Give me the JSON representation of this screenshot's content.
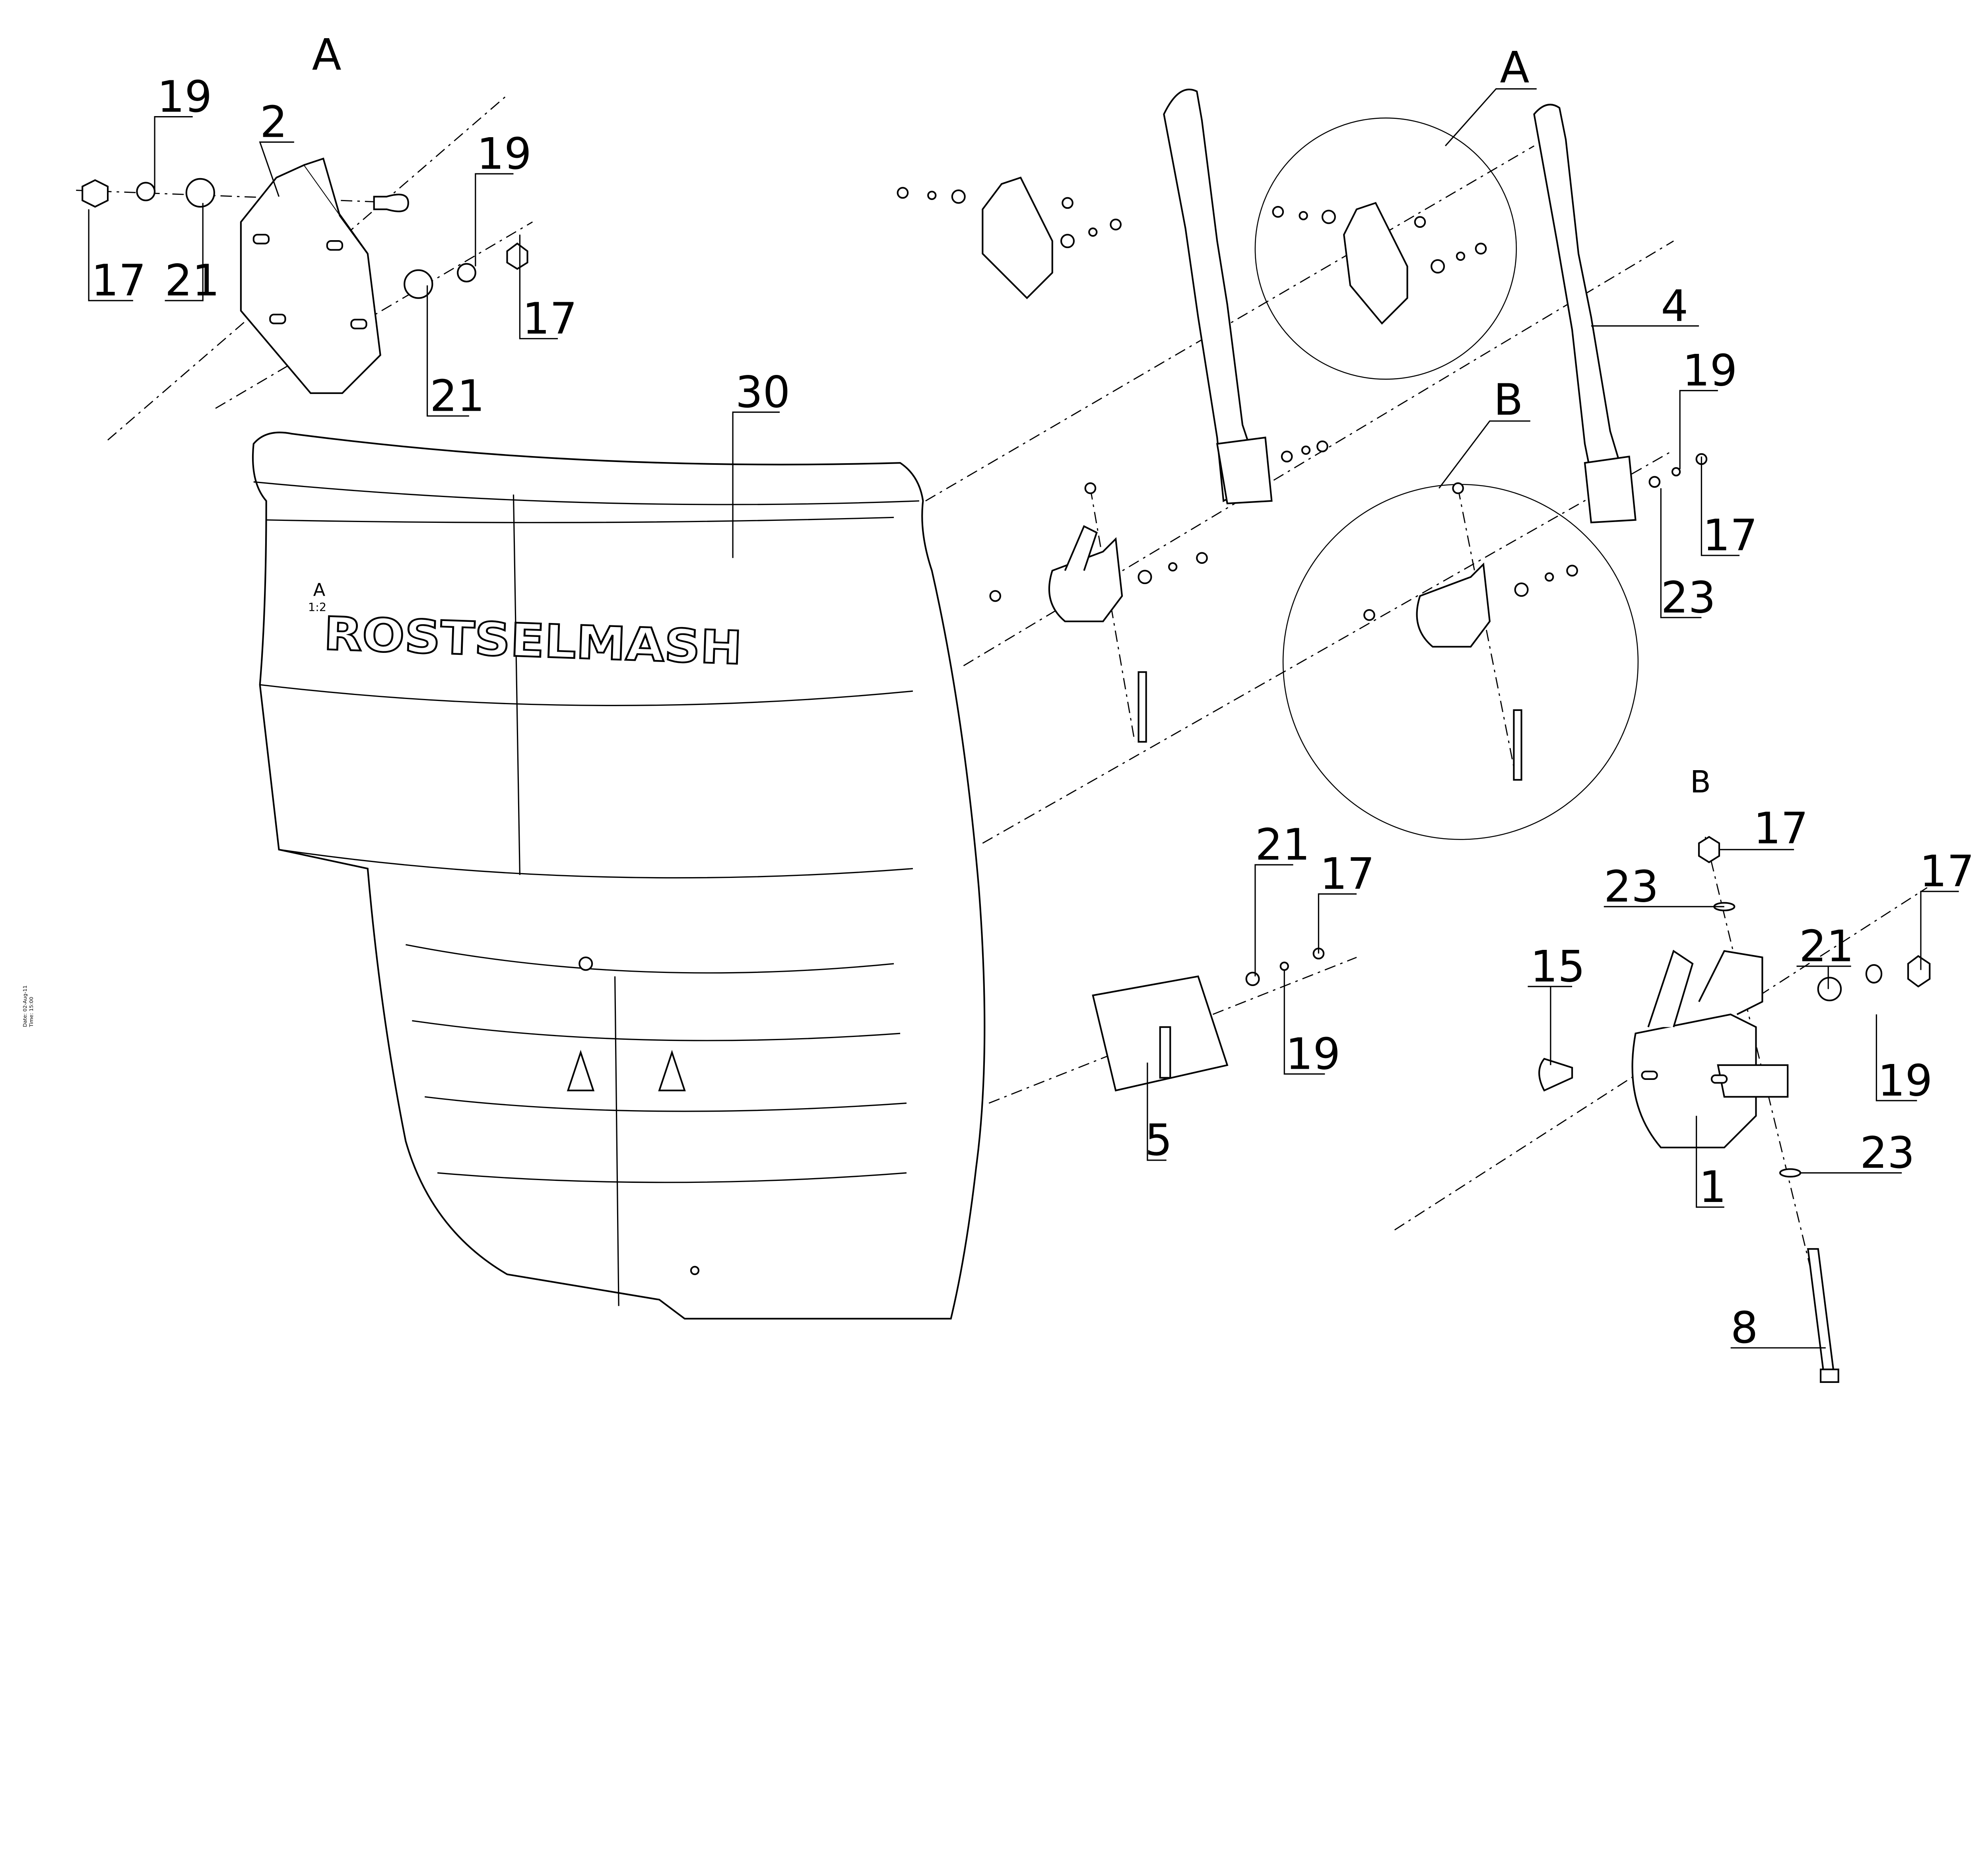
{
  "drawing": {
    "view_labels": [
      "A",
      "A",
      "B",
      "B"
    ],
    "logo_text": "ROSTSELMASH",
    "logo_note_a": "A",
    "logo_note_scale": "1:2",
    "stamp_date": "Date: 02-Aug-11",
    "stamp_time": "Time: 15:00"
  },
  "callouts": [
    "19",
    "2",
    "19",
    "17",
    "21",
    "17",
    "21",
    "30",
    "4",
    "19",
    "17",
    "23",
    "17",
    "23",
    "15",
    "21",
    "17",
    "19",
    "23",
    "1",
    "8",
    "21",
    "17",
    "19",
    "5"
  ]
}
